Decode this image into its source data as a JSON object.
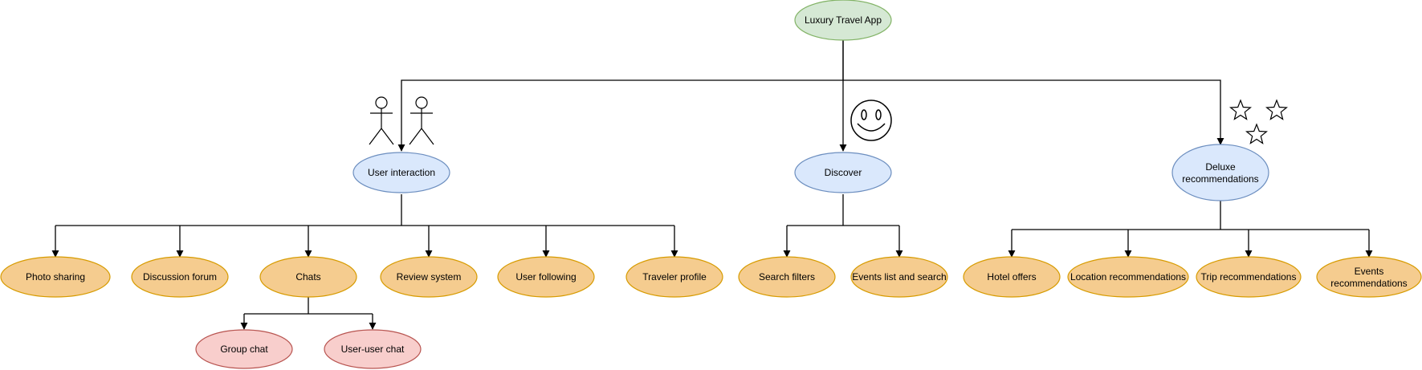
{
  "diagram": {
    "title": "Luxury Travel App",
    "categories": [
      {
        "id": "user",
        "label": "User interaction",
        "decoration": "two-stick-figures-icon"
      },
      {
        "id": "discover",
        "label": "Discover",
        "decoration": "smiley-face-icon"
      },
      {
        "id": "deluxe",
        "label": "Deluxe recommendations",
        "decoration": "three-stars-icon"
      }
    ],
    "user_features": [
      "Photo sharing",
      "Discussion forum",
      "Chats",
      "Review system",
      "User following",
      "Traveler profile"
    ],
    "chat_features": [
      "Group chat",
      "User-user chat"
    ],
    "discover_features": [
      "Search filters",
      "Events list and search"
    ],
    "deluxe_features": [
      "Hotel offers",
      "Location recommendations",
      "Trip recommendations",
      "Events recommendations"
    ]
  },
  "colors": {
    "root_fill": "#d5e8d4",
    "root_stroke": "#82b366",
    "category_fill": "#dae8fc",
    "category_stroke": "#6c8ebf",
    "feature_fill": "#f5cc8f",
    "feature_stroke": "#d79b00",
    "sub_fill": "#f8cecc",
    "sub_stroke": "#b85450",
    "line": "#000000"
  }
}
